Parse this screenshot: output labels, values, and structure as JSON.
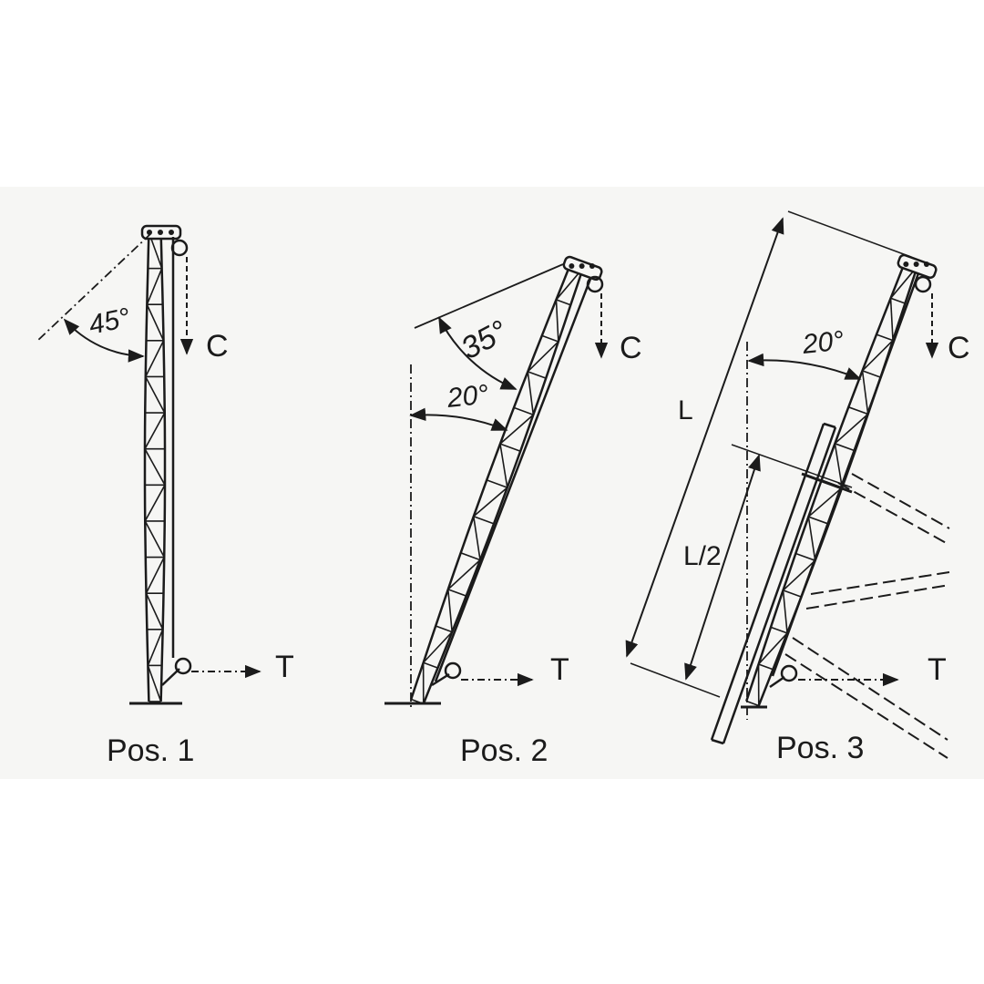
{
  "positions": [
    {
      "label": "Pos. 1",
      "angles": [
        "45°"
      ],
      "force_down": "C",
      "force_right": "T"
    },
    {
      "label": "Pos. 2",
      "angles": [
        "35°",
        "20°"
      ],
      "force_down": "C",
      "force_right": "T"
    },
    {
      "label": "Pos. 3",
      "angles": [
        "20°"
      ],
      "force_down": "C",
      "force_right": "T",
      "dimensions": [
        "L",
        "L/2"
      ]
    }
  ],
  "colors": {
    "ink": "#1b1b1b",
    "paper": "#f6f6f4",
    "background": "#ffffff"
  }
}
